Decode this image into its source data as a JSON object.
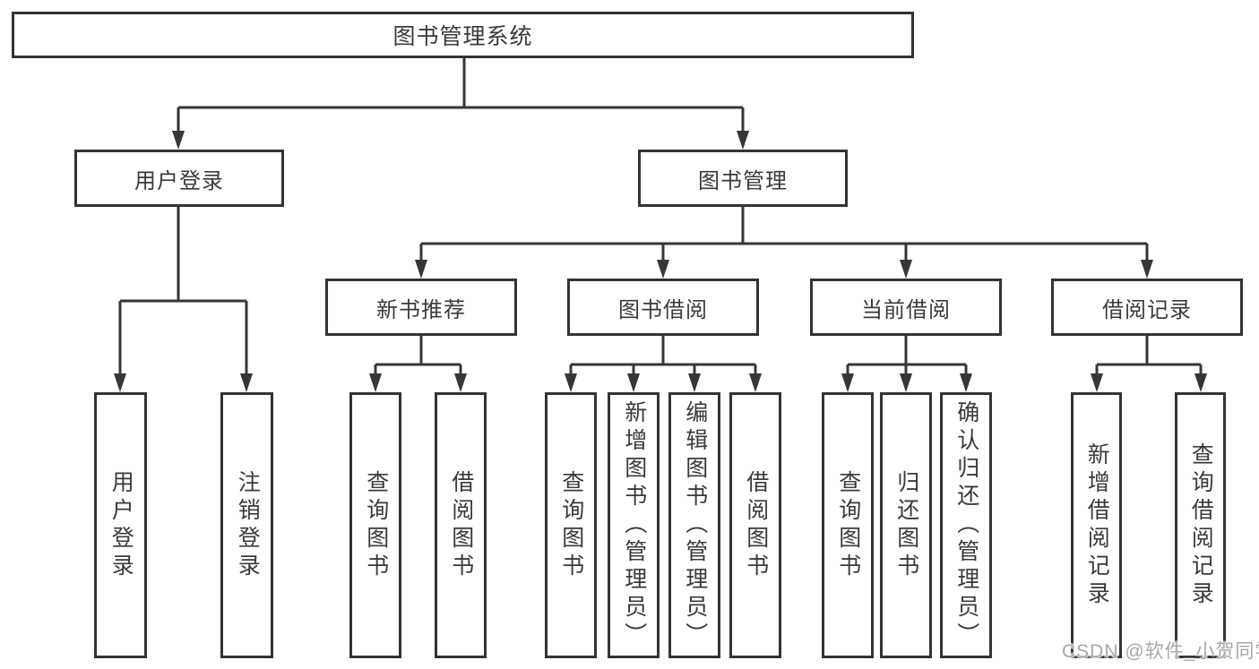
{
  "diagram": {
    "root": {
      "label": "图书管理系统"
    },
    "level2": [
      {
        "label": "用户登录"
      },
      {
        "label": "图书管理"
      }
    ],
    "level3": [
      {
        "label": "新书推荐",
        "parent": "图书管理"
      },
      {
        "label": "图书借阅",
        "parent": "图书管理"
      },
      {
        "label": "当前借阅",
        "parent": "图书管理"
      },
      {
        "label": "借阅记录",
        "parent": "图书管理"
      }
    ],
    "leaves": [
      {
        "label": "用户登录",
        "parent": "用户登录"
      },
      {
        "label": "注销登录",
        "parent": "用户登录"
      },
      {
        "label": "查询图书",
        "parent": "新书推荐"
      },
      {
        "label": "借阅图书",
        "parent": "新书推荐"
      },
      {
        "label": "查询图书",
        "parent": "图书借阅"
      },
      {
        "label": "新增图书（管理员）",
        "parent": "图书借阅"
      },
      {
        "label": "编辑图书（管理员）",
        "parent": "图书借阅"
      },
      {
        "label": "借阅图书",
        "parent": "图书借阅"
      },
      {
        "label": "查询图书",
        "parent": "当前借阅"
      },
      {
        "label": "归还图书",
        "parent": "当前借阅"
      },
      {
        "label": "确认归还（管理员）",
        "parent": "当前借阅"
      },
      {
        "label": "新增借阅记录",
        "parent": "借阅记录"
      },
      {
        "label": "查询借阅记录",
        "parent": "借阅记录"
      }
    ],
    "colors": {
      "line": "#363636",
      "text": "#3a3a3a",
      "watermark": "#a8a8a8",
      "background": "#ffffff"
    },
    "watermark": "CSDN @软件_小贺同学"
  }
}
